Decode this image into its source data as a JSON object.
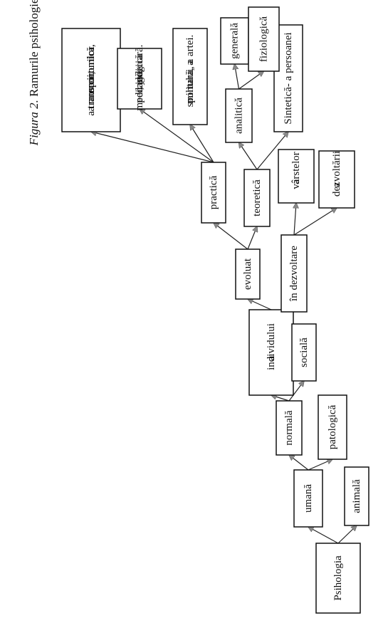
{
  "caption": {
    "figure": "Figura 2.",
    "title": "Ramurile psihologiei  (după Andrei Cosmovici)"
  },
  "colors": {
    "line": "#222222",
    "arrow": "#888888",
    "box_border": "#111111"
  },
  "nodes": {
    "psihologia": [
      "Psihologia"
    ],
    "umana": [
      "umană"
    ],
    "animala": [
      "animală"
    ],
    "normala": [
      "normală"
    ],
    "patologica": [
      "patologică"
    ],
    "individului": [
      "a",
      "individului"
    ],
    "sociala": [
      "socială"
    ],
    "evoluat": [
      "evoluat"
    ],
    "in_dezvoltare": [
      "în dezvoltare"
    ],
    "practica": [
      "practică"
    ],
    "teoretica": [
      "teoretică"
    ],
    "varstelor": [
      "a",
      "vârstelor"
    ],
    "dezvoltarii": [
      "a",
      "dezvoltării"
    ],
    "muncii": [
      "a muncii,",
      "a transporturilor,",
      "economică."
    ],
    "medicala": [
      "medicală,",
      "pedagogică",
      ", judiciară."
    ],
    "militara": [
      "militară, a",
      "sportului, a artei."
    ],
    "analitica": [
      "analitică"
    ],
    "sintetica": [
      "Sintetică- a persoanei"
    ],
    "generala": [
      "generală"
    ],
    "fiziologica": [
      "fiziologică"
    ]
  }
}
